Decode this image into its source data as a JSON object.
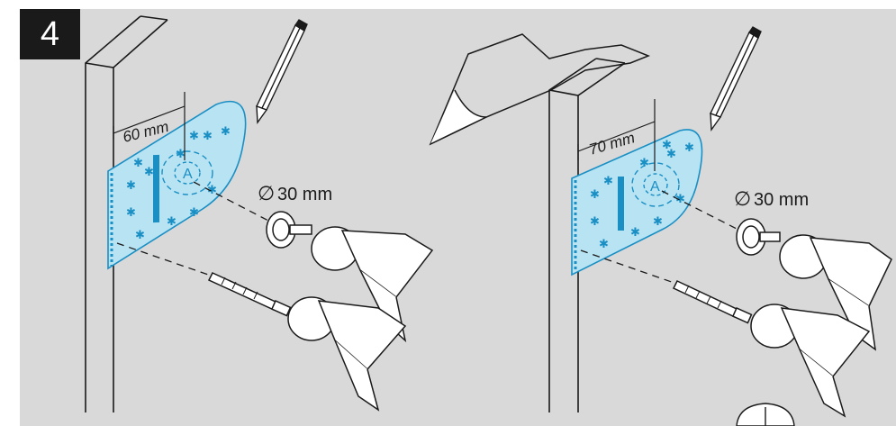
{
  "step": {
    "number": "4"
  },
  "left_panel": {
    "offset_label": "60 mm",
    "marker_label": "A",
    "drill_label": "30 mm",
    "drill_symbol": "∅"
  },
  "right_panel": {
    "offset_label": "70 mm",
    "marker_label": "A",
    "drill_label": "30 mm",
    "drill_symbol": "∅"
  },
  "colors": {
    "background": "#d9d9da",
    "line": "#1a1a1a",
    "template_fill": "#b8e3f3",
    "template_accent": "#1a8fc4",
    "badge": "#1a1a1a"
  }
}
